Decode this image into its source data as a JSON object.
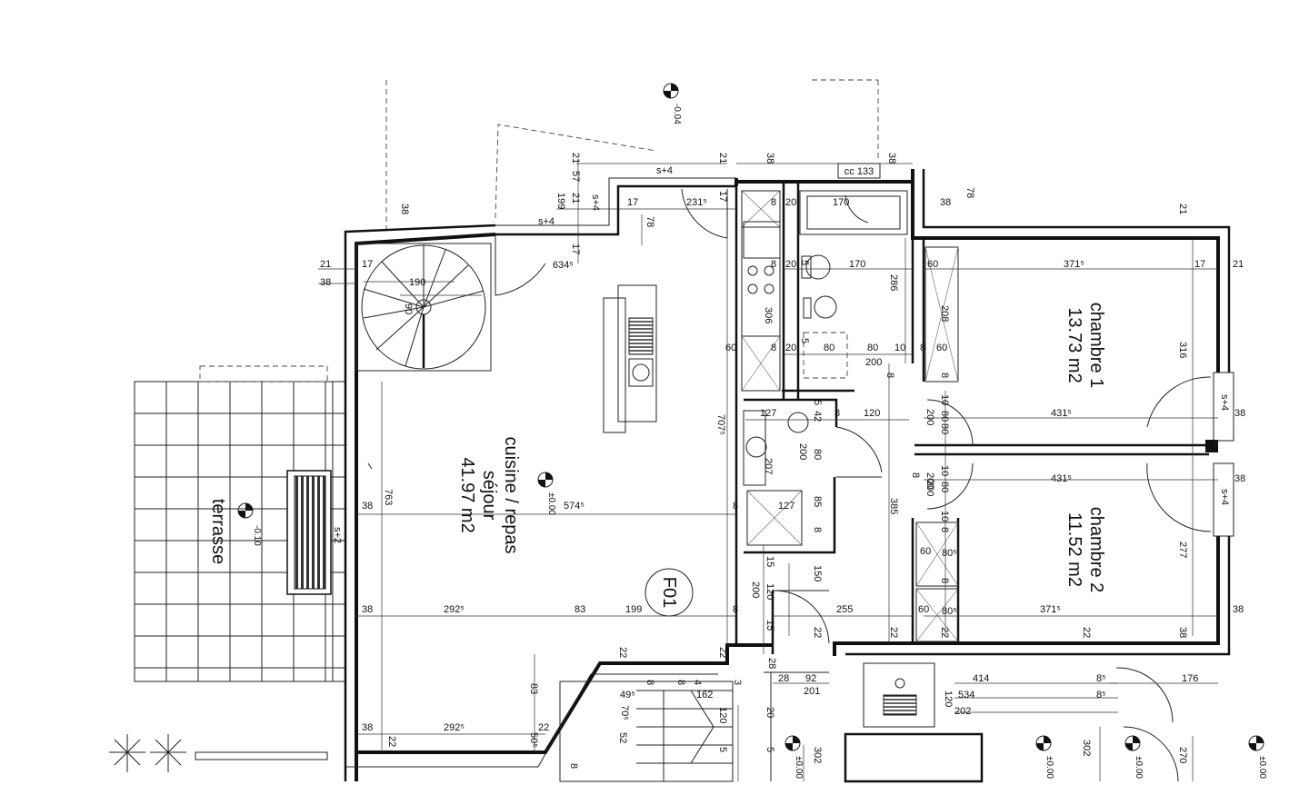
{
  "rooms": {
    "living_name": "cuisine / repas\nséjour",
    "living_line1": "cuisine / repas",
    "living_line2": "séjour",
    "living_area": "41.97 m2",
    "bed1_name": "chambre 1",
    "bed1_area": "13.73 m2",
    "bed2_name": "chambre 2",
    "bed2_area": "11.52 m2",
    "terrace": "terrasse",
    "unit": "F01",
    "cc": "cc 133"
  },
  "levels": {
    "top": "-0.04",
    "living": "±0.00",
    "terrace": "-0.10",
    "b1": "±0.00",
    "b2": "±0.00",
    "b3": "±0.00",
    "b4": "±0.00"
  },
  "dims": {
    "d21a": "21",
    "d38a": "38",
    "d57": "57",
    "d199a": "199",
    "d21b": "21",
    "d17a": "17",
    "d17b": "17",
    "d78a": "78",
    "s4a": "s+4",
    "s4b": "s+4",
    "s4c": "s+4",
    "s4d": "s+4",
    "s4e": "s+4",
    "s2": "s+2",
    "d231": "231⁵",
    "d17c": "17",
    "d21c": "21",
    "d38b": "38",
    "d38c": "38",
    "d78b": "78",
    "d38d": "38",
    "d21d": "21",
    "d8a": "8",
    "d20a": "20",
    "d170a": "170",
    "d634": "634⁵",
    "d21e": "21",
    "d17d": "17",
    "d38e": "38",
    "d190": "190",
    "d90": "90",
    "d8b": "8",
    "d205": "20",
    "d5": "5",
    "d170b": "170",
    "d286": "286",
    "d60a": "60",
    "d208": "208",
    "d371a": "371⁵",
    "d17e": "17",
    "d21f": "21",
    "d306": "306",
    "d60b": "60",
    "d8c": "8",
    "d20b": "20",
    "d5b": "5",
    "d80a": "80",
    "d80b": "80",
    "d10a": "10",
    "d8d": "8",
    "d60c": "60",
    "d200a": "200",
    "d316": "316",
    "d8e": "8",
    "d8f": "8",
    "d127a": "127",
    "d5c": "5",
    "d42": "42",
    "d8g": "8",
    "d120a": "120",
    "d707": "707⁵",
    "d10b": "10",
    "d80c": "80",
    "d200b": "200",
    "d431a": "431⁵",
    "d38f": "38",
    "d200c": "200",
    "d80d": "80",
    "d10c": "10",
    "d8h": "8",
    "d207": "207",
    "d431b": "431⁵",
    "d38g": "38",
    "d763": "763",
    "d38h": "38",
    "d574": "574⁵",
    "d8i": "8",
    "d127b": "127",
    "d85": "85",
    "d385": "385",
    "d10d": "10",
    "d80e": "80",
    "d200d": "200",
    "d8j": "8",
    "d60d": "60",
    "d80f": "80⁵",
    "d8k": "8",
    "d277": "277",
    "d15a": "15",
    "d150": "150",
    "d120b": "120",
    "d200e": "200",
    "d38i": "38",
    "d292a": "292⁵",
    "d83a": "83",
    "d199b": "199",
    "d8l": "8",
    "d255": "255",
    "d60e": "60",
    "d80g": "80⁵",
    "d371b": "371⁵",
    "d38j": "38",
    "d15b": "15",
    "d22a": "22",
    "d22b": "22",
    "d22c": "22",
    "d22d": "22",
    "d38k": "38",
    "d22e": "22",
    "d22f": "22",
    "d28a": "28",
    "d28b": "28",
    "d92": "92",
    "d201": "201",
    "d414": "414",
    "d8m": "8⁵",
    "d176": "176",
    "d49": "49⁵",
    "d8n": "8",
    "d4": "4",
    "d8o": "8",
    "d162": "162",
    "d3": "3",
    "d120c": "120",
    "d534": "534",
    "d8p": "8⁵",
    "d70": "70⁵",
    "d83b": "83",
    "d20c": "20",
    "d120d": "120",
    "d202": "202",
    "d38l": "38",
    "d292b": "292⁵",
    "d22g": "22",
    "d50": "50⁵",
    "d22h": "22",
    "d52": "52",
    "d5d": "5",
    "d5e": "5",
    "d302a": "302",
    "d302b": "302",
    "d270": "270",
    "d8q": "8",
    "d8r": "8"
  }
}
